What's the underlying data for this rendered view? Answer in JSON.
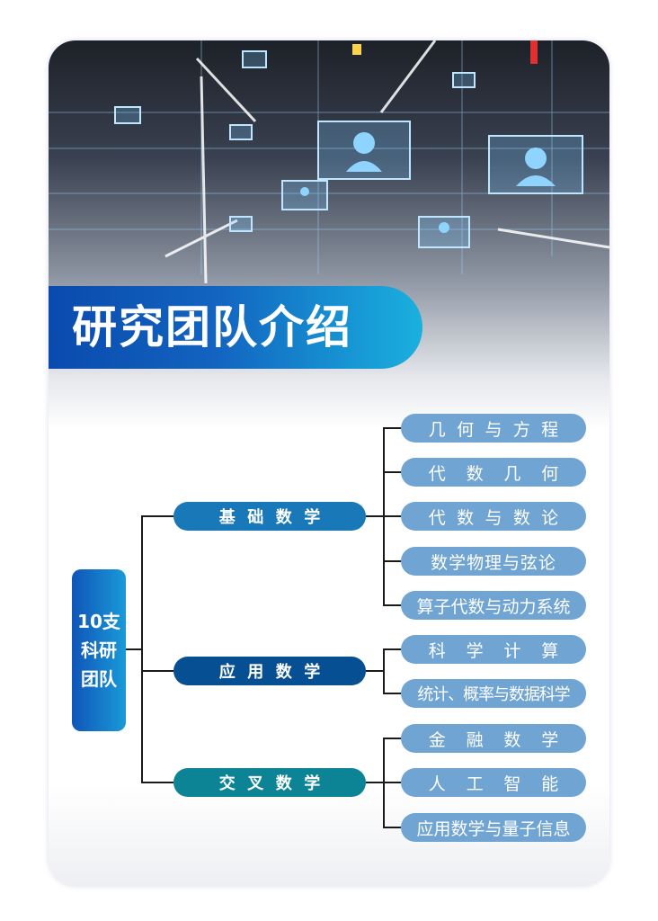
{
  "header": {
    "title": "研究团队介绍"
  },
  "root": {
    "lines": [
      "10支",
      "科研",
      "团队"
    ]
  },
  "groups": [
    {
      "label": "基础数学",
      "color": "#1878b8",
      "items": [
        "几何与方程",
        "代数几何",
        "代数与数论",
        "数学物理与弦论",
        "算子代数与动力系统"
      ]
    },
    {
      "label": "应用数学",
      "color": "#064f93",
      "items": [
        "科学计算",
        "统计、概率与数据科学"
      ]
    },
    {
      "label": "交叉数学",
      "color": "#0c8496",
      "items": [
        "金融数学",
        "人工智能",
        "应用数学与量子信息"
      ]
    }
  ]
}
